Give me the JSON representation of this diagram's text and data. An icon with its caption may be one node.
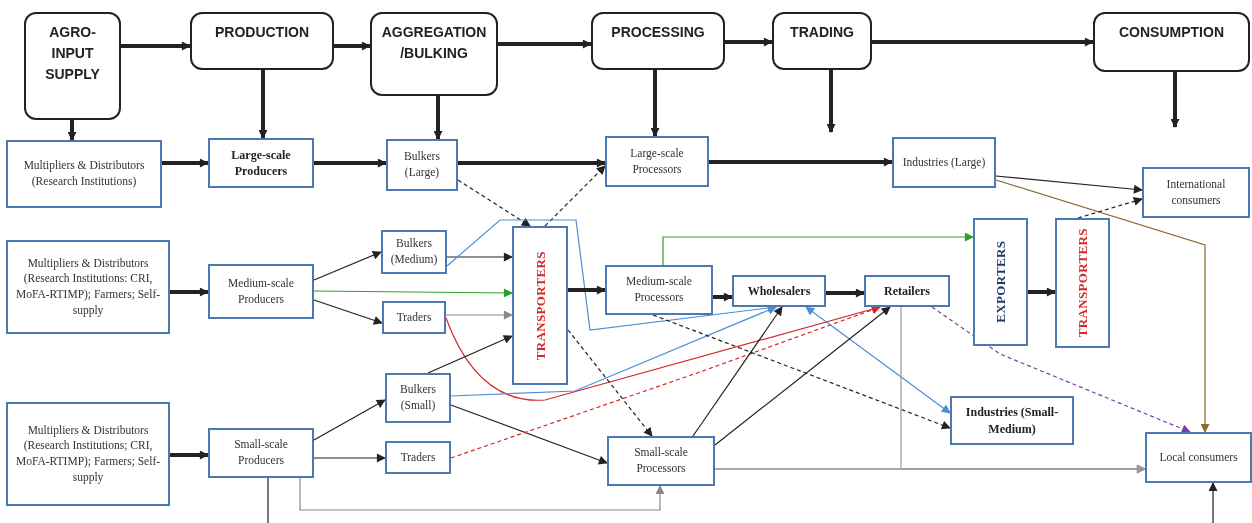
{
  "diagram": {
    "nodes": [
      {
        "text": [
          "AGRO-INPUT SUPPLY"
        ]
      },
      {
        "text": [
          "PRODUCTION"
        ]
      },
      {
        "text": [
          "AGGREGATION /BULKING"
        ]
      },
      {
        "text": [
          "PROCESSING"
        ]
      },
      {
        "text": [
          "TRADING"
        ]
      },
      {
        "text": [
          "CONSUMPTION"
        ]
      },
      {
        "text": [
          "Multipliers & Distributors (Research Institutions)"
        ]
      },
      {
        "text": [
          "Large-scale Producers"
        ]
      },
      {
        "text": [
          "Bulkers (Large)"
        ]
      },
      {
        "text": [
          "Large-scale Processors"
        ]
      },
      {
        "text": [
          "Industries (Large)"
        ]
      },
      {
        "text": [
          "International consumers"
        ]
      },
      {
        "text": [
          "Multipliers & Distributors (Research Institutions: CRI, MoFA-RTIMP); Farmers; Self-supply"
        ]
      },
      {
        "text": [
          "Medium-scale Producers"
        ]
      },
      {
        "text": [
          "Bulkers (Medium)"
        ]
      },
      {
        "text": [
          "Traders"
        ]
      },
      {
        "text": [
          "TRANSPORTERS"
        ]
      },
      {
        "text": [
          "Medium-scale Processors"
        ]
      },
      {
        "text": [
          "Wholesalers"
        ]
      },
      {
        "text": [
          "Retailers"
        ]
      },
      {
        "text": [
          "EXPORTERS"
        ]
      },
      {
        "text": [
          "TRANSPORTERS"
        ]
      },
      {
        "text": [
          "Multipliers & Distributors (Research Institutions; CRI, MoFA-RTIMP); Farmers; Self-supply"
        ]
      },
      {
        "text": [
          "Small-scale Producers"
        ]
      },
      {
        "text": [
          "Bulkers (Small)"
        ]
      },
      {
        "text": [
          "Traders"
        ]
      },
      {
        "text": [
          "Small-scale Processors"
        ]
      },
      {
        "text": [
          "Industries (Small-Medium)"
        ]
      },
      {
        "text": [
          "Local consumers"
        ]
      }
    ],
    "edges": [
      {
        "from": 0,
        "to": 1,
        "arrow": "to",
        "style": "thick"
      },
      {
        "from": 1,
        "to": 2,
        "arrow": "to",
        "style": "thick"
      },
      {
        "from": 2,
        "to": 3,
        "arrow": "to",
        "style": "thick"
      },
      {
        "from": 3,
        "to": 4,
        "arrow": "to",
        "style": "thick"
      },
      {
        "from": 4,
        "to": 5,
        "arrow": "to",
        "style": "thick"
      },
      {
        "from": 0,
        "to": 6,
        "arrow": "to",
        "style": "thick"
      },
      {
        "from": 1,
        "to": 7,
        "arrow": "to",
        "style": "thick"
      },
      {
        "from": 2,
        "to": 8,
        "arrow": "to",
        "style": "thick"
      },
      {
        "from": 3,
        "to": 9,
        "arrow": "to",
        "style": "thick"
      },
      {
        "from": 4,
        "to": null,
        "arrow": "to",
        "style": "thick"
      },
      {
        "from": 5,
        "to": null,
        "arrow": "to",
        "style": "thick"
      },
      {
        "from": 6,
        "to": 7,
        "arrow": "to",
        "style": "thick"
      },
      {
        "from": 7,
        "to": 8,
        "arrow": "to",
        "style": "thick"
      },
      {
        "from": 8,
        "to": 9,
        "arrow": "to",
        "style": "thick"
      },
      {
        "from": 9,
        "to": 10,
        "arrow": "to",
        "style": "thick"
      },
      {
        "from": 10,
        "to": 11,
        "arrow": "to"
      },
      {
        "from": 10,
        "to": 28,
        "arrow": "to",
        "color": "#8b6b2e"
      },
      {
        "from": 8,
        "to": 16,
        "arrow": "to",
        "style": "dashed"
      },
      {
        "from": 16,
        "to": 9,
        "arrow": "to",
        "style": "dashed"
      },
      {
        "from": 12,
        "to": 13,
        "arrow": "to",
        "style": "thick"
      },
      {
        "from": 13,
        "to": 14,
        "arrow": "to"
      },
      {
        "from": 13,
        "to": 15,
        "arrow": "to"
      },
      {
        "from": 13,
        "to": 16,
        "arrow": "to",
        "color": "#2ca02c"
      },
      {
        "from": 14,
        "to": 16,
        "arrow": "to"
      },
      {
        "from": 14,
        "to": 18,
        "arrow": "to",
        "color": "#4a90d9"
      },
      {
        "from": 15,
        "to": 16,
        "arrow": "to",
        "color": "#888888"
      },
      {
        "from": 15,
        "to": 19,
        "arrow": "to",
        "color": "#d62728"
      },
      {
        "from": 23,
        "to": 24,
        "arrow": "to"
      },
      {
        "from": 23,
        "to": 25,
        "arrow": "to"
      },
      {
        "from": 24,
        "to": 16,
        "arrow": "to"
      },
      {
        "from": 24,
        "to": 18,
        "arrow": "to",
        "color": "#4a90d9"
      },
      {
        "from": 24,
        "to": 26,
        "arrow": "to"
      },
      {
        "from": 22,
        "to": 23,
        "arrow": "to",
        "style": "thick"
      },
      {
        "from": 25,
        "to": 19,
        "arrow": "to",
        "style": "dashed",
        "color": "#d62728"
      },
      {
        "from": 23,
        "to": 26,
        "arrow": "to",
        "color": "#888888"
      },
      {
        "from": 23,
        "to": 28,
        "arrow": "to"
      },
      {
        "from": 16,
        "to": 17,
        "arrow": "to",
        "style": "thick"
      },
      {
        "from": 16,
        "to": 26,
        "arrow": "to",
        "style": "dashed"
      },
      {
        "from": 17,
        "to": 18,
        "arrow": "to",
        "style": "thick"
      },
      {
        "from": 17,
        "to": 20,
        "arrow": "to",
        "color": "#2ca02c"
      },
      {
        "from": 17,
        "to": 27,
        "arrow": "to",
        "style": "dashed"
      },
      {
        "from": 18,
        "to": 19,
        "arrow": "to",
        "style": "thick"
      },
      {
        "from": 18,
        "to": 27,
        "arrow": "both",
        "color": "#4a90d9"
      },
      {
        "from": 26,
        "to": 18,
        "arrow": "to"
      },
      {
        "from": 26,
        "to": 19,
        "arrow": "to"
      },
      {
        "from": 26,
        "to": 28,
        "arrow": "to",
        "color": "#555555"
      },
      {
        "from": 19,
        "to": 28,
        "arrow": "to",
        "color": "#999999"
      },
      {
        "from": 19,
        "to": 28,
        "arrow": "to",
        "style": "dashed",
        "color": "#7b3fa0"
      },
      {
        "from": 20,
        "to": 21,
        "arrow": "to",
        "style": "thick"
      },
      {
        "from": 21,
        "to": 11,
        "arrow": "to",
        "style": "dashed"
      }
    ]
  }
}
